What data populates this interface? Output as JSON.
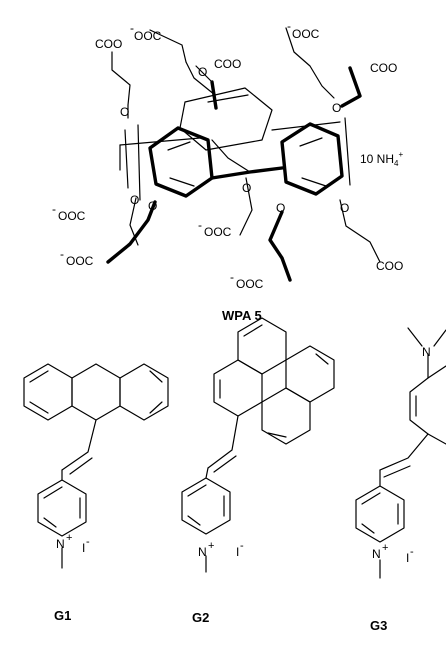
{
  "host": {
    "name": "WPA 5",
    "counterion": "10 NH",
    "counterion_sub": "4",
    "counterion_sup": "+",
    "carboxylate": "COO",
    "carboxylate_rev": "OOC",
    "oxygen": "O",
    "minus": "-"
  },
  "guests": [
    {
      "name": "G1",
      "nitrogen": "N",
      "charge": "+",
      "iodide": "I",
      "iodide_charge": "-"
    },
    {
      "name": "G2",
      "nitrogen": "N",
      "charge": "+",
      "iodide": "I",
      "iodide_charge": "-"
    },
    {
      "name": "G3",
      "nitrogen": "N",
      "charge": "+",
      "iodide": "I",
      "iodide_charge": "-"
    }
  ],
  "g3_dimethylamino": "N"
}
